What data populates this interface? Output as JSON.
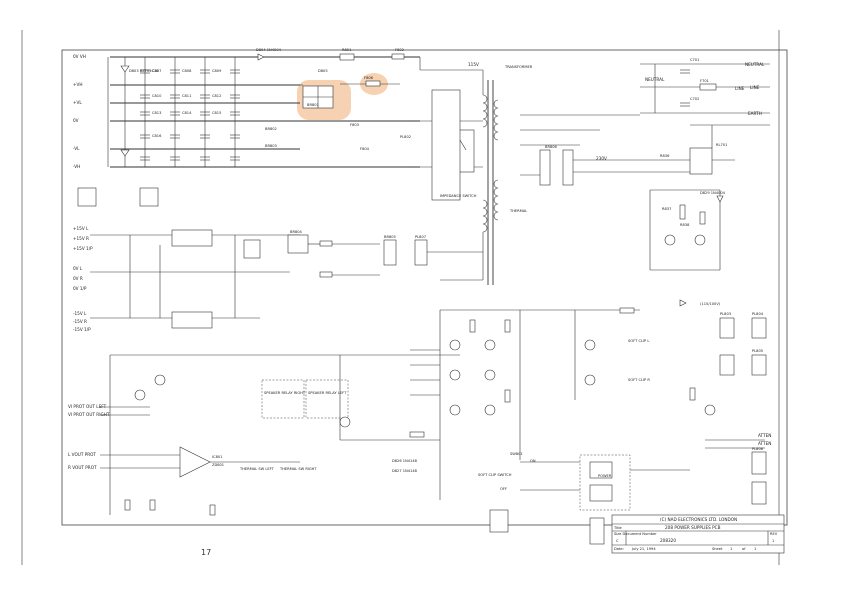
{
  "page_number": "17",
  "highlight_color": "#f4c9a4",
  "net_labels_left": [
    "0V VH",
    "+VH",
    "+VL",
    "0V",
    "-VL",
    "-VH",
    "+15V L",
    "+15V R",
    "+15V 1/P",
    "0V L",
    "0V R",
    "0V 1/P",
    "-15V L",
    "-15V R",
    "-15V 1/P",
    "VI PROT OUT LEFT",
    "VI PROT OUT RIGHT",
    "L VOUT PROT",
    "R VOUT PROT"
  ],
  "net_labels_right": [
    "NEUTRAL",
    "LINE",
    "EARTH",
    "NEUTRAL",
    "LINE",
    "ATTEN",
    "ATTEN"
  ],
  "components_top": [
    "D804 1N4004",
    "R801",
    "F802",
    "D805",
    "BR801",
    "F806",
    "D803 BZT03C10",
    "C807",
    "C808",
    "C809",
    "C810",
    "C811",
    "C812",
    "C813",
    "C814",
    "C815",
    "C816"
  ],
  "components_right": [
    "C701",
    "C702",
    "F701",
    "RL701",
    "R836",
    "D829 1N4004",
    "R837",
    "R838",
    "PL803",
    "PL804",
    "PL805",
    "PL806"
  ],
  "components_mid": [
    "BR802",
    "BR803",
    "F803",
    "F804",
    "PL802",
    "BR804",
    "BR805",
    "PL807",
    "BR806",
    "TRANSFORMER"
  ],
  "components_bottom": [
    "IC801",
    "ZD801",
    "SPEAKER RELAY RIGHT",
    "SPEAKER RELAY LEFT",
    "SW801",
    "SOFT CLIP SWITCH",
    "THERMAL SW LEFT",
    "THERMAL SW RIGHT",
    "D826 1N4148",
    "D827 1N4148"
  ],
  "misc_labels": [
    "115V",
    "230V",
    "IMPEDANCE SWITCH",
    "THERMAL",
    "POWER",
    "OFF",
    "ON",
    "SOFT CLIP L",
    "SOFT CLIP R",
    "(115/100V)"
  ],
  "title_block": {
    "company": "(C) NAD ELECTRONICS LTD. LONDON",
    "title": "208 POWER SUPPLIES PCB",
    "doc_label": "Size  Document Number",
    "size": "C",
    "doc_number": "208320",
    "rev_label": "REV",
    "rev": "1",
    "date_label": "Date:",
    "date": "July 21, 1994",
    "sheet_label": "Sheet",
    "sheet": "1",
    "of": "of",
    "total": "1"
  }
}
